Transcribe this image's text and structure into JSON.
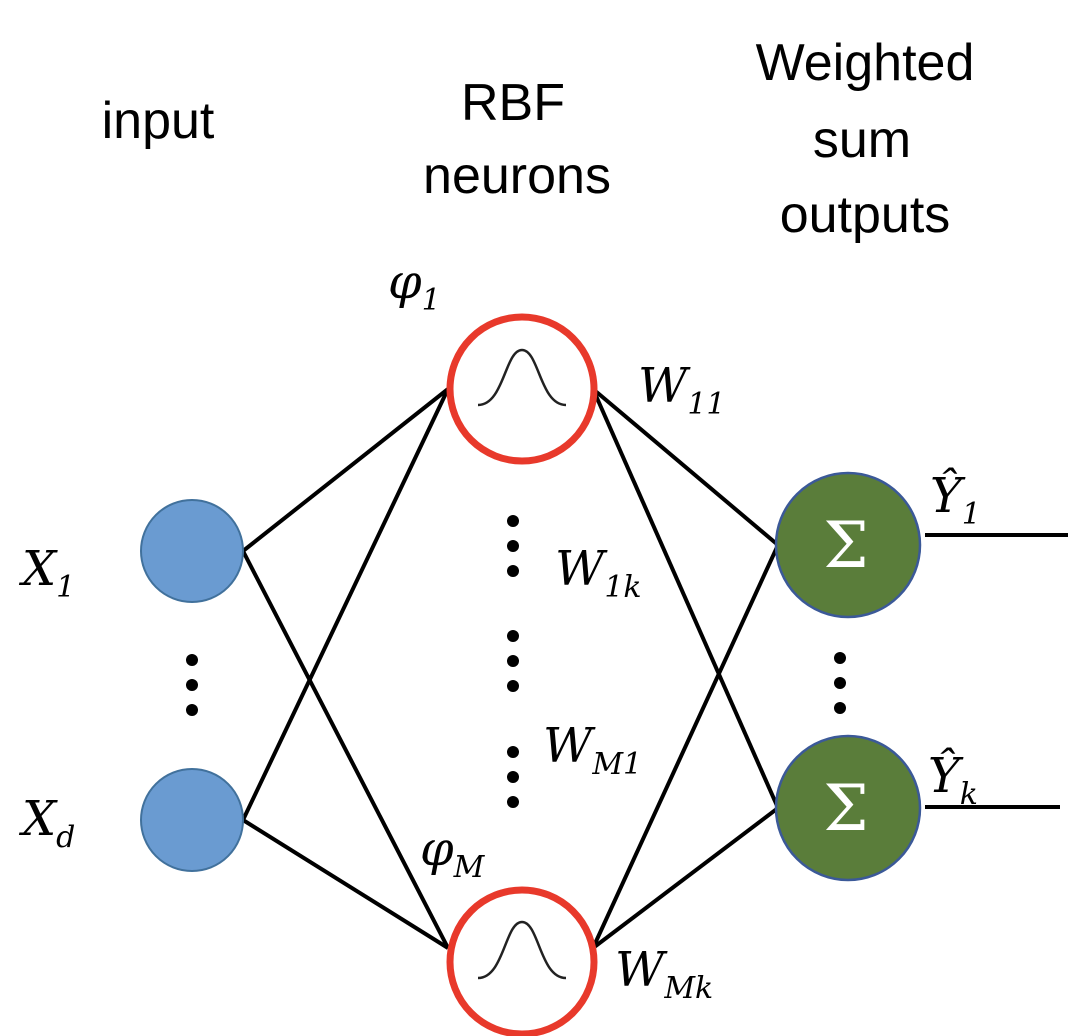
{
  "headers": {
    "input": "input",
    "rbf_line1": "RBF",
    "rbf_line2": "neurons",
    "out_line1": "Weighted",
    "out_line2": "sum",
    "out_line3": "outputs"
  },
  "inputs": {
    "x1_base": "X",
    "x1_sub": "1",
    "xd_base": "X",
    "xd_sub": "d"
  },
  "rbf": {
    "phi1_base": "φ",
    "phi1_sub": "1",
    "phiM_base": "φ",
    "phiM_sub": "M"
  },
  "weights": {
    "w11_base": "W",
    "w11_sub": "11",
    "w1k_base": "W",
    "w1k_sub": "1k",
    "wM1_base": "W",
    "wM1_sub": "M1",
    "wMk_base": "W",
    "wMk_sub": "Mk"
  },
  "outputs": {
    "sum_symbol": "Σ",
    "y1_base": "Ŷ",
    "y1_sub": "1",
    "yk_base": "Ŷ",
    "yk_sub": "k"
  },
  "colors": {
    "input_node": "#6a9bd1",
    "rbf_border": "#e8392b",
    "sum_node": "#5a7d3a"
  }
}
